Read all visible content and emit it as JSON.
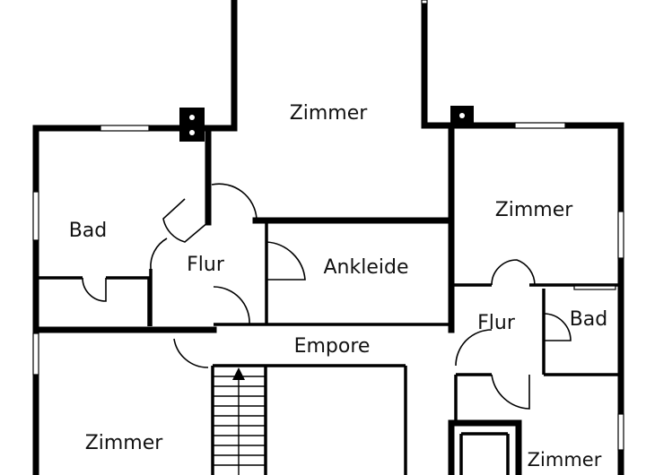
{
  "colors": {
    "wall": "#000000",
    "background": "#ffffff",
    "window": "#ffffff"
  },
  "rooms": {
    "zimmer_top": "Zimmer",
    "bad_left": "Bad",
    "flur_left": "Flur",
    "ankleide": "Ankleide",
    "zimmer_right": "Zimmer",
    "flur_right": "Flur",
    "bad_right": "Bad",
    "empore": "Empore",
    "zimmer_bottom_left": "Zimmer",
    "zimmer_bottom_right": "Zimmer"
  }
}
